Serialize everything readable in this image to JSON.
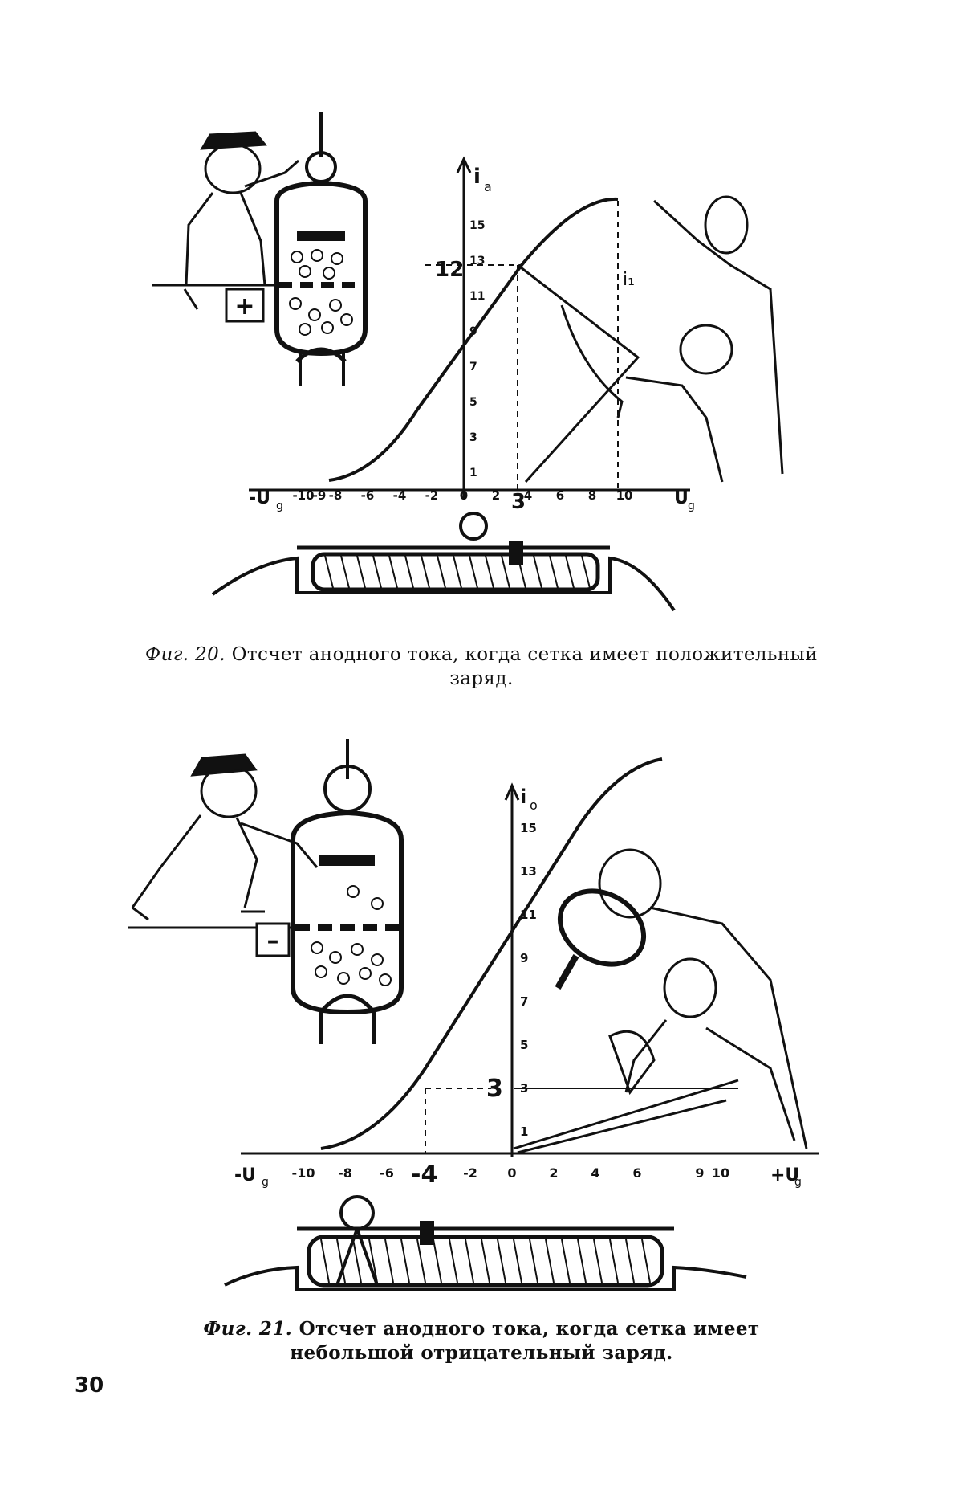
{
  "figures": [
    {
      "caption_number": "Фиг. 20.",
      "caption_text": "Отсчет анодного тока, когда сетка имеет положительный заряд.",
      "grid_charge_sign": "+",
      "graph": {
        "y_axis_label": "i",
        "y_axis_subscript": "a",
        "x_axis_label_left": "-U",
        "x_axis_label_right": "U",
        "x_axis_subscript": "g",
        "x_tick_labels": [
          "-10",
          "-9",
          "-8",
          "-6",
          "-4",
          "-2",
          "0",
          "2",
          "4",
          "6",
          "8",
          "10"
        ],
        "y_tick_labels": [
          "1",
          "3",
          "5",
          "7",
          "9",
          "11",
          "13",
          "15"
        ],
        "reading_y": "12",
        "reading_x": "3",
        "measurement_label": "i₁"
      }
    },
    {
      "caption_number": "Фиг. 21.",
      "caption_text": "Отсчет анодного тока, когда сетка имеет небольшой отрицательный заряд.",
      "grid_charge_sign": "–",
      "graph": {
        "y_axis_label": "i",
        "y_axis_subscript": "o",
        "x_axis_label_left": "-U",
        "x_axis_label_right": "+U",
        "x_axis_subscript": "g",
        "x_tick_labels": [
          "-10",
          "-8",
          "-6",
          "-2",
          "0",
          "2",
          "4",
          "6",
          "9",
          "10"
        ],
        "y_tick_labels": [
          "1",
          "3",
          "5",
          "7",
          "9",
          "11",
          "13",
          "15"
        ],
        "reading_y": "3",
        "reading_x": "-4"
      }
    }
  ],
  "page_number": "30"
}
